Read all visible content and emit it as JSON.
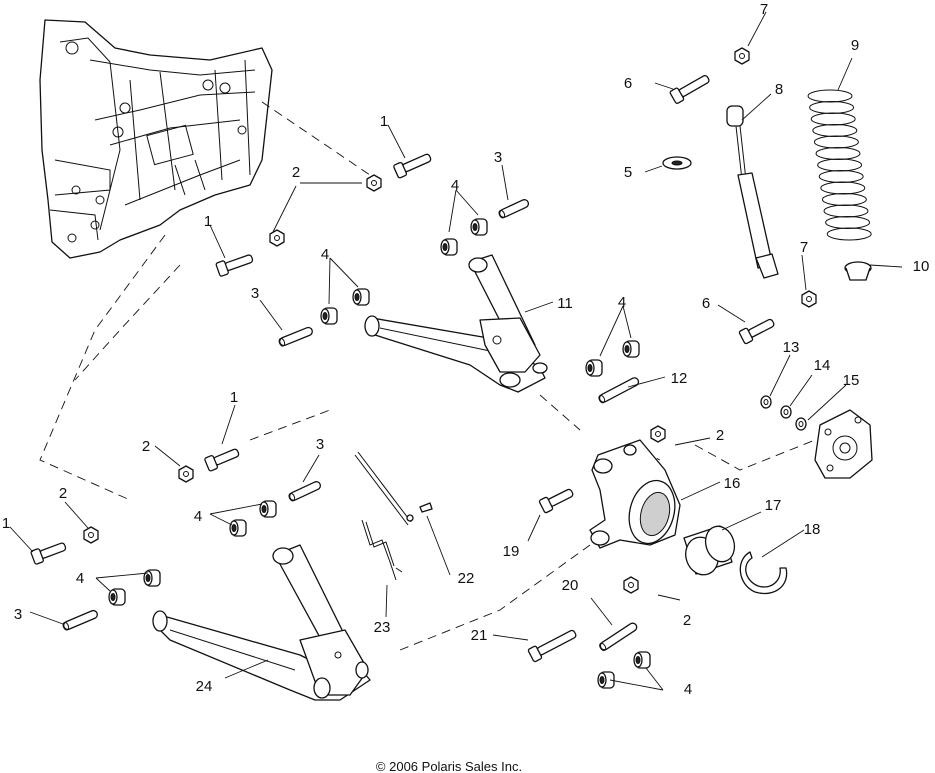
{
  "diagram": {
    "callouts": [
      {
        "id": "c1a",
        "text": "1"
      },
      {
        "id": "c1b",
        "text": "1"
      },
      {
        "id": "c1c",
        "text": "1"
      },
      {
        "id": "c1d",
        "text": "1"
      },
      {
        "id": "c2a",
        "text": "2"
      },
      {
        "id": "c2b",
        "text": "2"
      },
      {
        "id": "c2c",
        "text": "2"
      },
      {
        "id": "c2d",
        "text": "2"
      },
      {
        "id": "c2e",
        "text": "2"
      },
      {
        "id": "c3a",
        "text": "3"
      },
      {
        "id": "c3b",
        "text": "3"
      },
      {
        "id": "c3c",
        "text": "3"
      },
      {
        "id": "c3d",
        "text": "3"
      },
      {
        "id": "c4a",
        "text": "4"
      },
      {
        "id": "c4b",
        "text": "4"
      },
      {
        "id": "c4c",
        "text": "4"
      },
      {
        "id": "c4d",
        "text": "4"
      },
      {
        "id": "c4e",
        "text": "4"
      },
      {
        "id": "c4f",
        "text": "4"
      },
      {
        "id": "c5",
        "text": "5"
      },
      {
        "id": "c6a",
        "text": "6"
      },
      {
        "id": "c6b",
        "text": "6"
      },
      {
        "id": "c7a",
        "text": "7"
      },
      {
        "id": "c7b",
        "text": "7"
      },
      {
        "id": "c8",
        "text": "8"
      },
      {
        "id": "c9",
        "text": "9"
      },
      {
        "id": "c10",
        "text": "10"
      },
      {
        "id": "c11",
        "text": "11"
      },
      {
        "id": "c12",
        "text": "12"
      },
      {
        "id": "c13",
        "text": "13"
      },
      {
        "id": "c14",
        "text": "14"
      },
      {
        "id": "c15",
        "text": "15"
      },
      {
        "id": "c16",
        "text": "16"
      },
      {
        "id": "c17",
        "text": "17"
      },
      {
        "id": "c18",
        "text": "18"
      },
      {
        "id": "c19",
        "text": "19"
      },
      {
        "id": "c20",
        "text": "20"
      },
      {
        "id": "c21",
        "text": "21"
      },
      {
        "id": "c22",
        "text": "22"
      },
      {
        "id": "c23",
        "text": "23"
      },
      {
        "id": "c24",
        "text": "24"
      }
    ],
    "copyright": "© 2006 Polaris Sales Inc."
  }
}
